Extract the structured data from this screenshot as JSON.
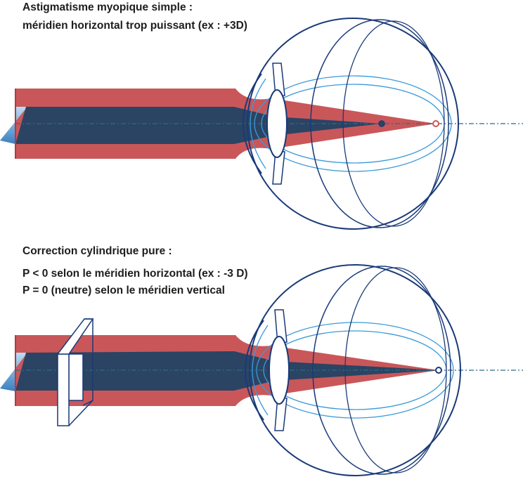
{
  "top": {
    "title": "Astigmatisme myopique simple :",
    "subtitle": "méridien horizontal trop puissant (ex : +3D)"
  },
  "bottom": {
    "title": "Correction cylindrique pure :",
    "line1": "P < 0 selon le méridien horizontal (ex : -3 D)",
    "line2": "P = 0 (neutre) selon le méridien vertical"
  },
  "colors": {
    "horizontal_meridian": "#c9575a",
    "vertical_meridian": "#2b4463",
    "eye_outline": "#1a3a78",
    "eye_inner": "#3a9ad9",
    "axis": "#2a6b86"
  }
}
